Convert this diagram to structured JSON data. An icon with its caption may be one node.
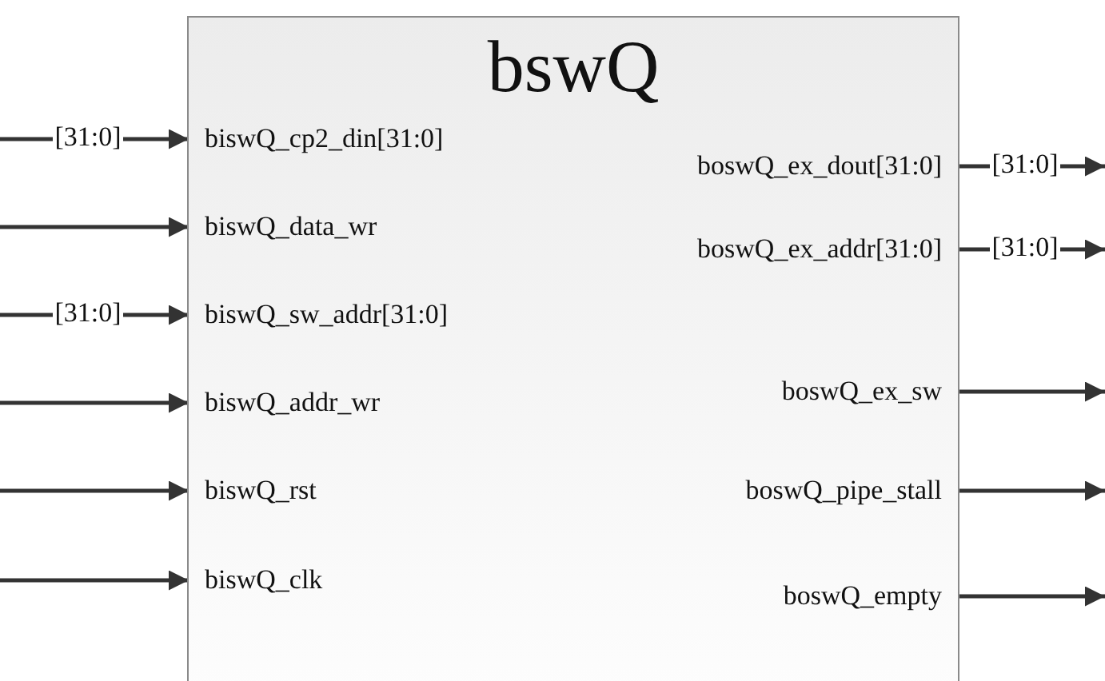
{
  "diagram": {
    "nodes": [
      {
        "text": [
          "bswQ"
        ]
      },
      {
        "text": [
          "biswQ_cp2_din[31:0]"
        ],
        "in": 0
      },
      {
        "text": [
          "biswQ_data_wr"
        ],
        "in": 0
      },
      {
        "text": [
          "biswQ_sw_addr[31:0]"
        ],
        "in": 0
      },
      {
        "text": [
          "biswQ_addr_wr"
        ],
        "in": 0
      },
      {
        "text": [
          "biswQ_rst"
        ],
        "in": 0
      },
      {
        "text": [
          "biswQ_clk"
        ],
        "in": 0
      },
      {
        "text": [
          "boswQ_ex_dout[31:0]"
        ],
        "in": 0
      },
      {
        "text": [
          "boswQ_ex_addr[31:0]"
        ],
        "in": 0
      },
      {
        "text": [
          "boswQ_ex_sw"
        ],
        "in": 0
      },
      {
        "text": [
          "boswQ_pipe_stall"
        ],
        "in": 0
      },
      {
        "text": [
          "boswQ_empty"
        ],
        "in": 0
      }
    ],
    "edges": [
      {
        "from": null,
        "to": 1,
        "arrow": "to",
        "label": "[31:0]"
      },
      {
        "from": null,
        "to": 2,
        "arrow": "to"
      },
      {
        "from": null,
        "to": 3,
        "arrow": "to",
        "label": "[31:0]"
      },
      {
        "from": null,
        "to": 4,
        "arrow": "to"
      },
      {
        "from": null,
        "to": 5,
        "arrow": "to"
      },
      {
        "from": null,
        "to": 6,
        "arrow": "to"
      },
      {
        "from": 7,
        "to": null,
        "arrow": "to",
        "label": "[31:0]"
      },
      {
        "from": 8,
        "to": null,
        "arrow": "to",
        "label": "[31:0]"
      },
      {
        "from": 9,
        "to": null,
        "arrow": "to"
      },
      {
        "from": 10,
        "to": null,
        "arrow": "to"
      },
      {
        "from": 11,
        "to": null,
        "arrow": "to"
      }
    ]
  }
}
